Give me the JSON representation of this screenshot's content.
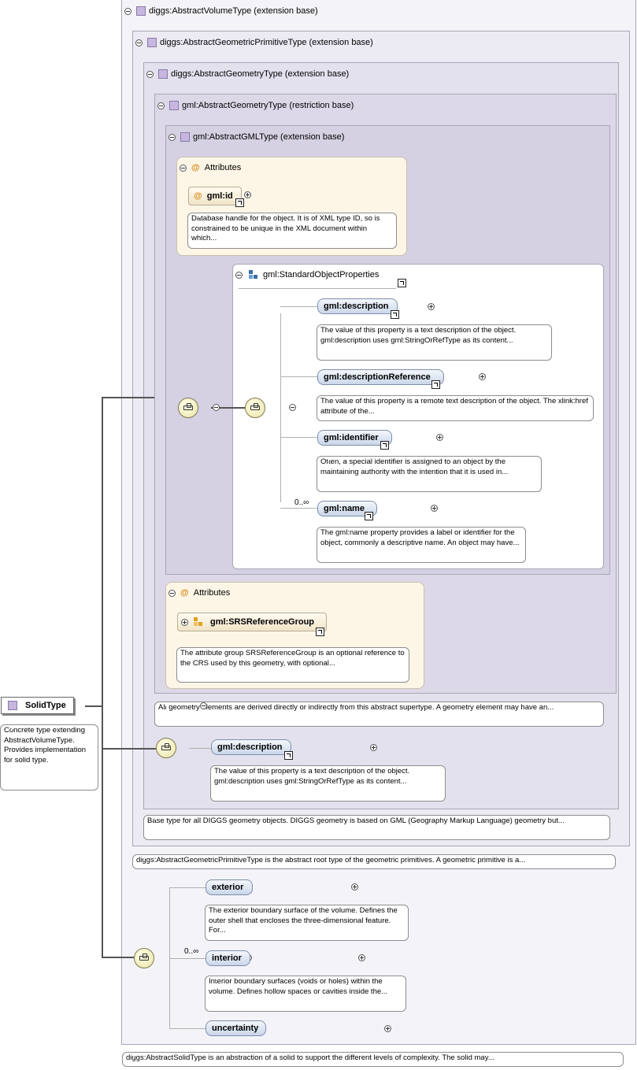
{
  "root": {
    "name": "SolidType",
    "doc": "Concrete type extending AbstractVolumeType. Provides implementation for solid type."
  },
  "panels": {
    "p1_title": "diggs:AbstractVolumeType (extension base)",
    "p2_title": "diggs:AbstractGeometricPrimitiveType (extension base)",
    "p3_title": "diggs:AbstractGeometryType (extension base)",
    "p4_title": "gml:AbstractGeometryType (restriction base)",
    "p5_title": "gml:AbstractGMLType (extension base)"
  },
  "attributes_header": "Attributes",
  "gml_id": {
    "name": "gml:id",
    "doc": "Database handle for the object. It is of XML type ID, so is constrained to be unique in the XML document within which..."
  },
  "standard_props": {
    "title": "gml:StandardObjectProperties",
    "items": [
      {
        "name": "gml:description",
        "doc": "The value of this property is a text description of the object. gml:description uses gml:StringOrRefType as its content..."
      },
      {
        "name": "gml:descriptionReference",
        "doc": "The value of this property is a remote text description of the object. The xlink:href attribute of the..."
      },
      {
        "name": "gml:identifier",
        "doc": "Often, a special identifier is assigned to an object by the maintaining authority with the intention that it is used in..."
      },
      {
        "name": "gml:name",
        "doc": "The gml:name property provides a label or identifier for the object, commonly a descriptive name. An object may have..."
      }
    ],
    "name_cardinality": "0..∞"
  },
  "srs": {
    "name": "gml:SRSReferenceGroup",
    "doc": "The attribute group SRSReferenceGroup is an optional reference to the CRS used by this geometry, with optional..."
  },
  "gml_geometry_doc": "All geometry elements are derived directly or indirectly from this abstract supertype. A geometry element may have an...",
  "diggs_description": {
    "name": "gml:description",
    "doc": "The value of this property is a text description of the object. gml:description uses gml:StringOrRefType as its content..."
  },
  "diggs_geometry_doc": "Base type for all DIGGS geometry objects. DIGGS geometry is based on GML (Geography Markup Language) geometry but...",
  "primitive_doc": "diggs:AbstractGeometricPrimitiveType is the abstract root type of the geometric primitives. A geometric primitive is a...",
  "volume_items": {
    "exterior": {
      "name": "exterior",
      "doc": "The exterior boundary surface of the volume. Defines the outer shell that encloses the three-dimensional feature. For..."
    },
    "interior": {
      "name": "interior",
      "doc": "Interior boundary surfaces (voids or holes) within the volume. Defines hollow spaces or cavities inside the..."
    },
    "interior_cardinality": "0..∞",
    "uncertainty": {
      "name": "uncertainty"
    }
  },
  "solid_doc": "diggs:AbstractSolidType is an abstraction of a solid to support the different levels of complexity. The solid may..."
}
